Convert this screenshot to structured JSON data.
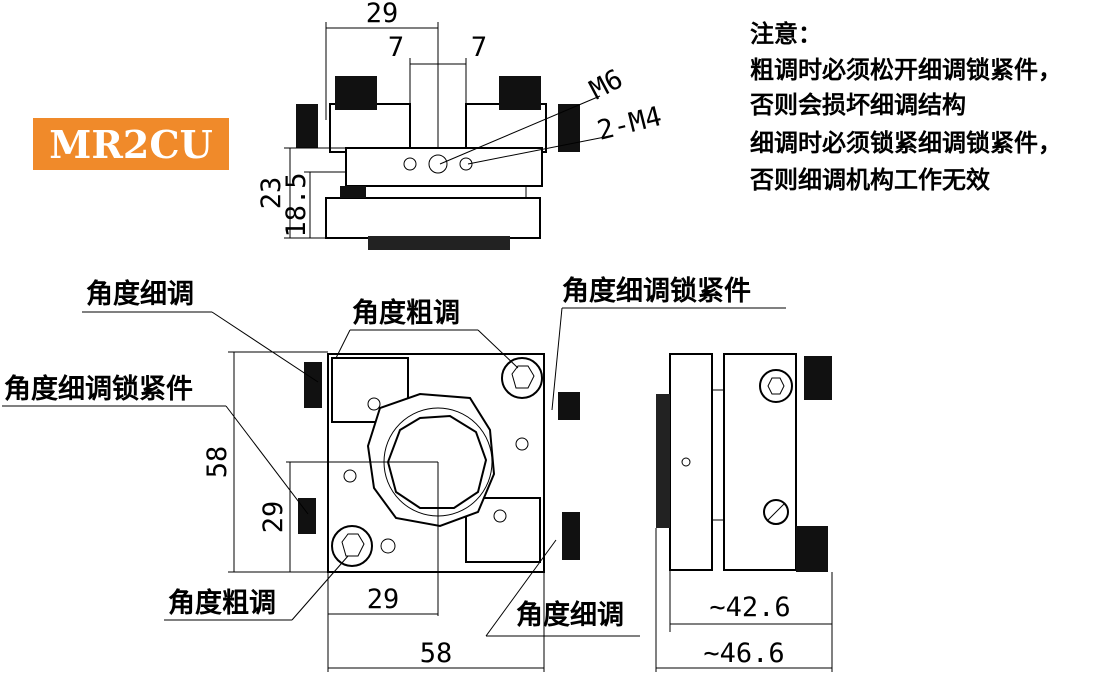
{
  "model": {
    "name": "MR2CU",
    "badge_color": "#f08a2a"
  },
  "notes": {
    "title": "注意：",
    "lines": [
      "粗调时必须松开细调锁紧件，",
      "否则会损坏细调结构",
      "细调时必须锁紧细调锁紧件，",
      "否则细调机构工作无效"
    ]
  },
  "top_view": {
    "dims": {
      "width": "29",
      "offset_left": "7",
      "offset_right": "7",
      "height_total": "23",
      "height_inner": "18.5"
    },
    "threads": {
      "m6": "M6",
      "m4": "2-M4"
    }
  },
  "front_view": {
    "labels": {
      "fine_top_left": "角度细调",
      "coarse_top": "角度粗调",
      "fine_lock_top_right": "角度细调锁紧件",
      "fine_lock_left": "角度细调锁紧件",
      "coarse_bottom": "角度粗调",
      "fine_bottom_right": "角度细调"
    },
    "dims": {
      "height": "58",
      "half_height": "29",
      "half_width": "29",
      "width": "58"
    }
  },
  "side_view": {
    "dims": {
      "inner": "~42.6",
      "outer": "~46.6"
    }
  }
}
